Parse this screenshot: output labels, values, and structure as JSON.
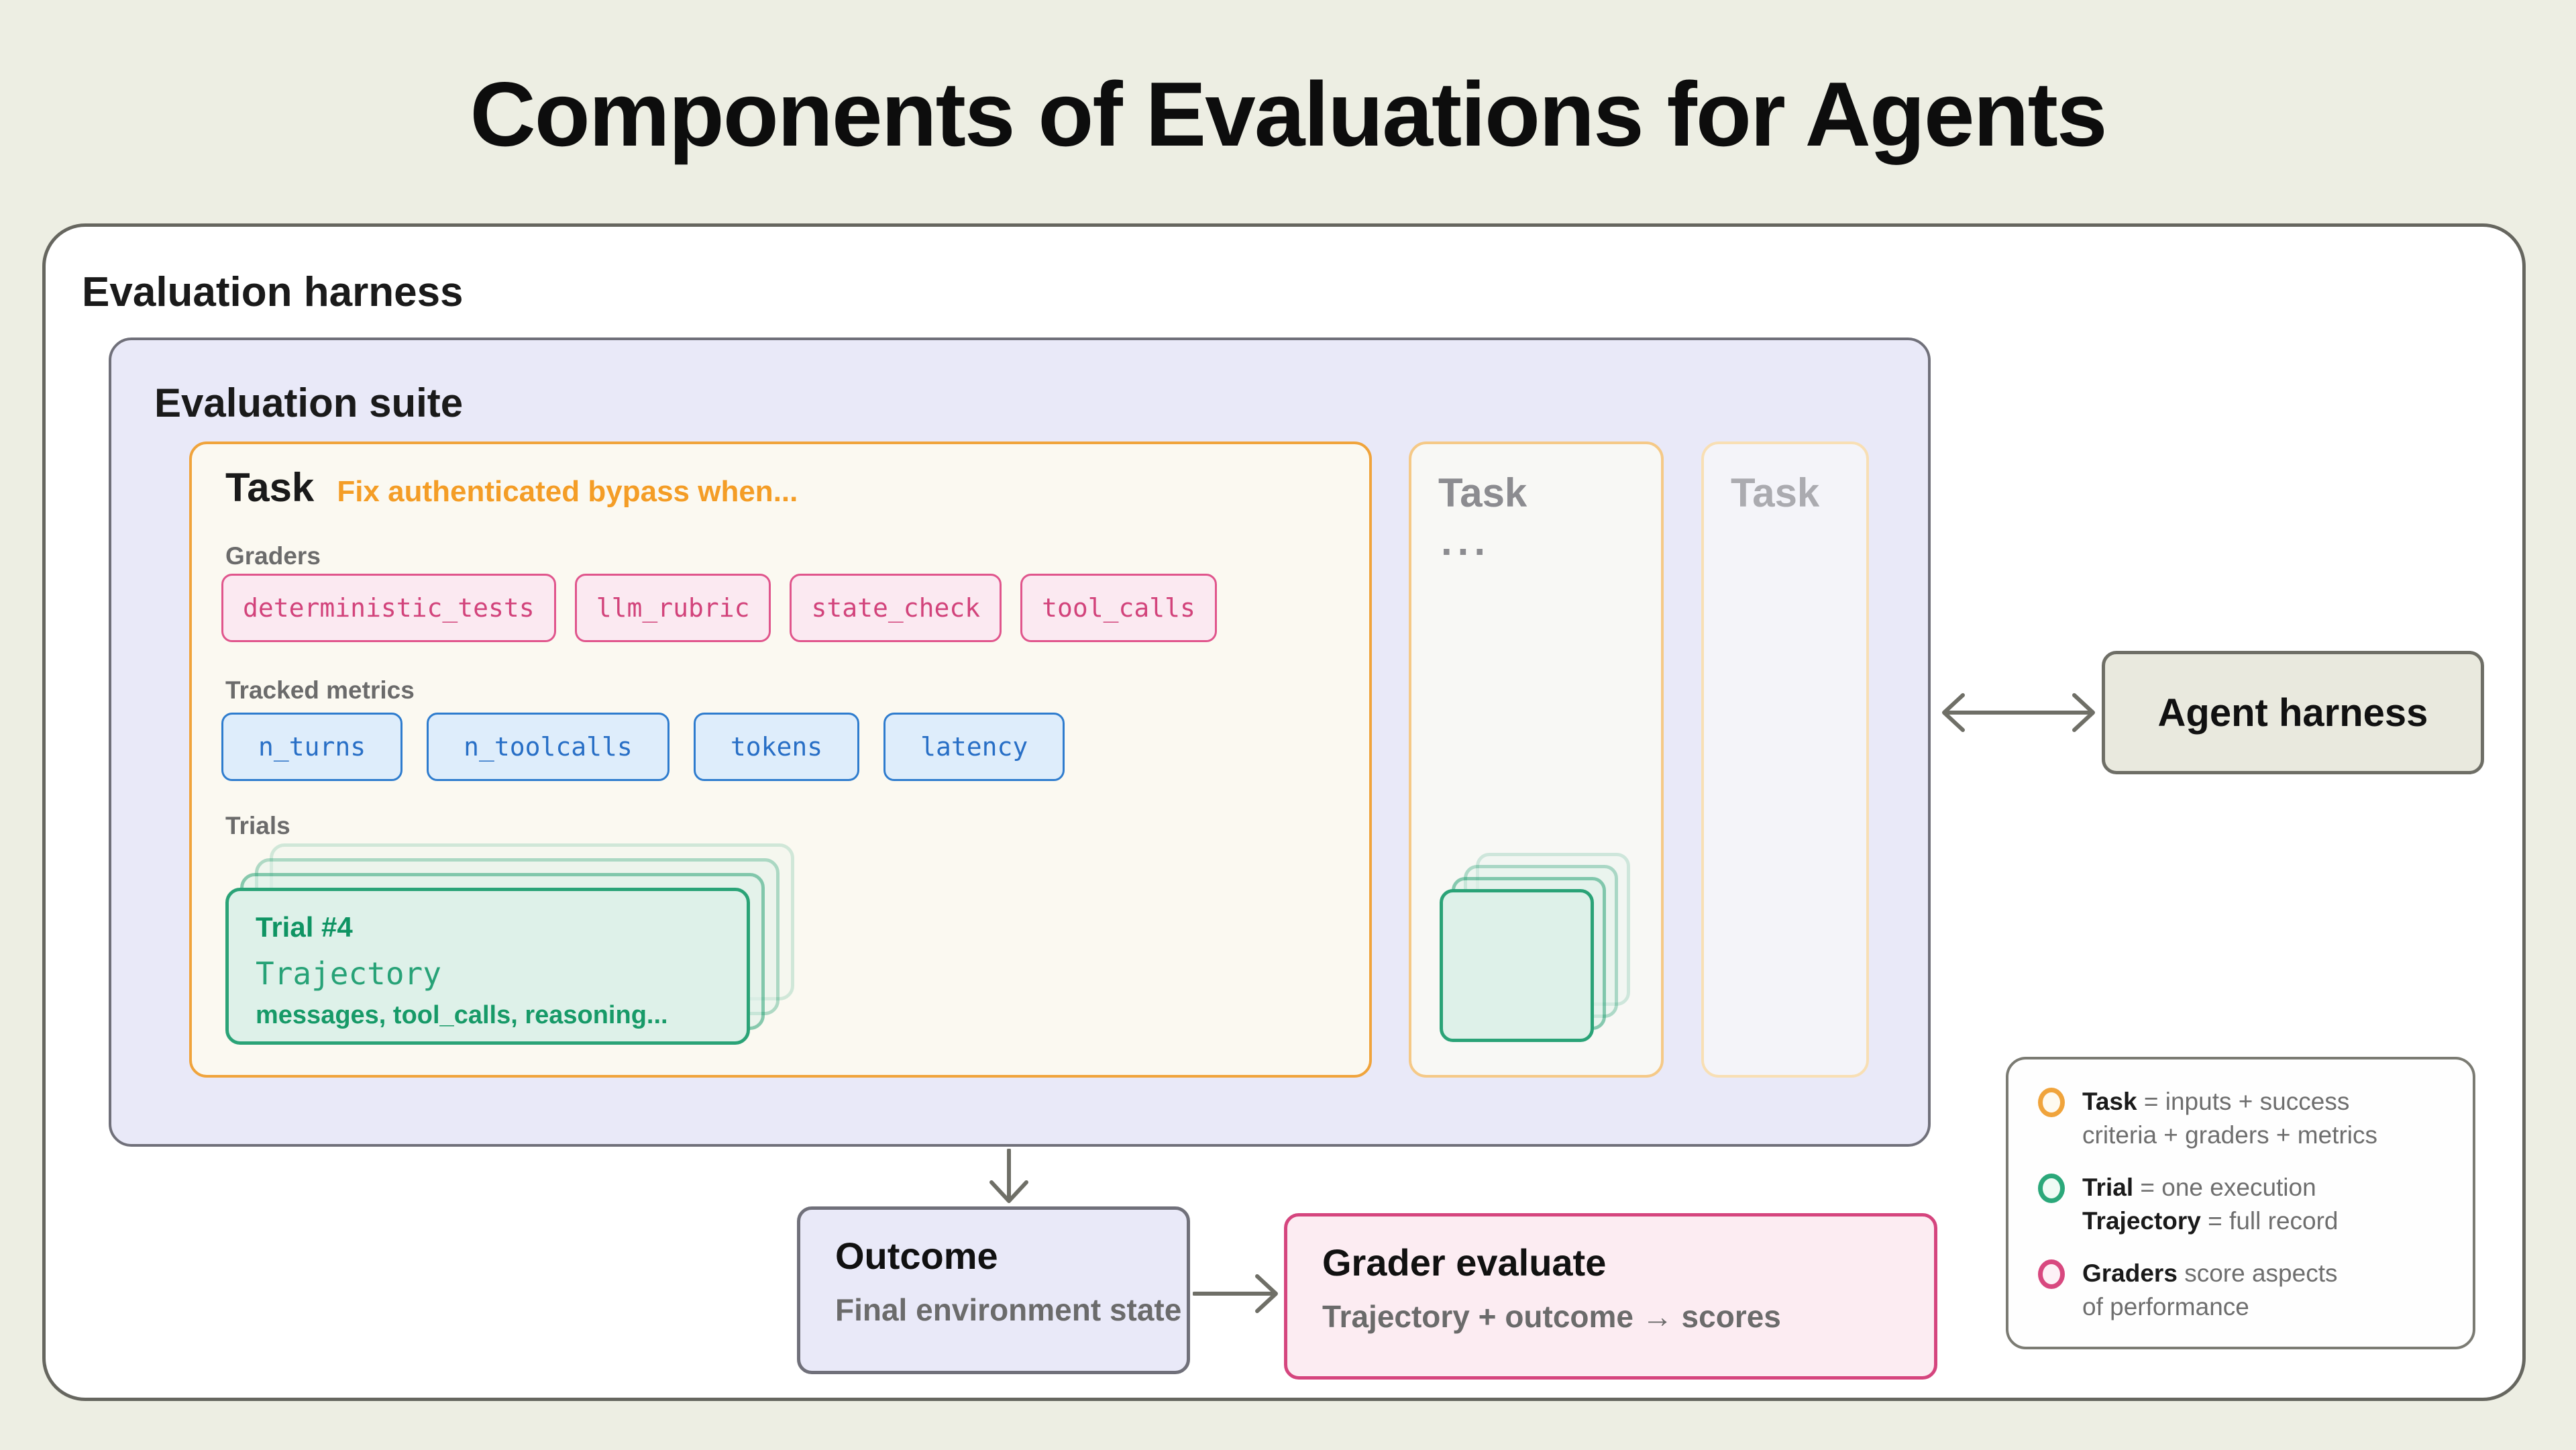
{
  "title": "Components of Evaluations for Agents",
  "colors": {
    "background": "#EDEEE3",
    "task_orange": "#F0A43C",
    "grader_pink": "#D5457E",
    "metric_blue": "#2E7CCE",
    "trial_green": "#2AA377",
    "suite_lavender": "#E9E9F8",
    "arrow_gray": "#6F6F67"
  },
  "harness": {
    "label": "Evaluation harness"
  },
  "suite": {
    "label": "Evaluation suite",
    "task": {
      "title": "Task",
      "description": "Fix authenticated bypass when...",
      "graders_label": "Graders",
      "graders": [
        "deterministic_tests",
        "llm_rubric",
        "state_check",
        "tool_calls"
      ],
      "metrics_label": "Tracked metrics",
      "metrics": [
        "n_turns",
        "n_toolcalls",
        "tokens",
        "latency"
      ],
      "trials_label": "Trials",
      "trial": {
        "title": "Trial #4",
        "trajectory_label": "Trajectory",
        "detail": "messages, tool_calls, reasoning..."
      }
    },
    "task_more": {
      "title": "Task",
      "ellipsis": "..."
    },
    "task_faded": {
      "title": "Task"
    }
  },
  "agent": {
    "label": "Agent harness"
  },
  "outcome": {
    "title": "Outcome",
    "subtitle": "Final environment state"
  },
  "grader": {
    "title": "Grader evaluate",
    "subtitle": "Trajectory + outcome → scores"
  },
  "legend": {
    "items": [
      {
        "ring_color": "#F0A43C",
        "lines": [
          {
            "bold": "Task",
            "rest": " = inputs + success"
          },
          {
            "bold": "",
            "rest": "criteria + graders + metrics"
          }
        ]
      },
      {
        "ring_color": "#2BA87A",
        "lines": [
          {
            "bold": "Trial",
            "rest": " = one execution"
          },
          {
            "bold": "Trajectory",
            "rest": " = full record"
          }
        ]
      },
      {
        "ring_color": "#D8487F",
        "lines": [
          {
            "bold": "Graders",
            "rest": " score aspects"
          },
          {
            "bold": "",
            "rest": "of performance"
          }
        ]
      }
    ]
  }
}
